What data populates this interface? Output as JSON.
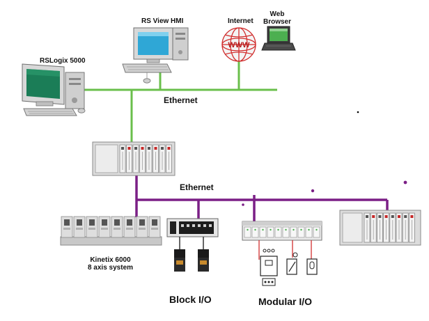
{
  "nodes": {
    "rslogix": {
      "label": "RSLogix 5000"
    },
    "hmi": {
      "label": "RS View HMI"
    },
    "internet": {
      "label": "Internet",
      "globe_text": "WWW"
    },
    "browser": {
      "label_line1": "Web",
      "label_line2": "Browser"
    },
    "kinetix": {
      "label_line1": "Kinetix 6000",
      "label_line2": "8 axis system"
    },
    "block_io": {
      "label": "Block I/O"
    },
    "modular_io": {
      "label": "Modular I/O"
    }
  },
  "networks": [
    {
      "name": "upper",
      "label": "Ethernet",
      "color": "#6abf4b"
    },
    {
      "name": "lower",
      "label": "Ethernet",
      "color": "#7b1f86"
    }
  ],
  "colors": {
    "upper_link": "#6abf4b",
    "lower_link": "#7b1f86",
    "chassis": "#d9d9d9",
    "module_red": "#c62828",
    "globe_red": "#d32f2f"
  }
}
